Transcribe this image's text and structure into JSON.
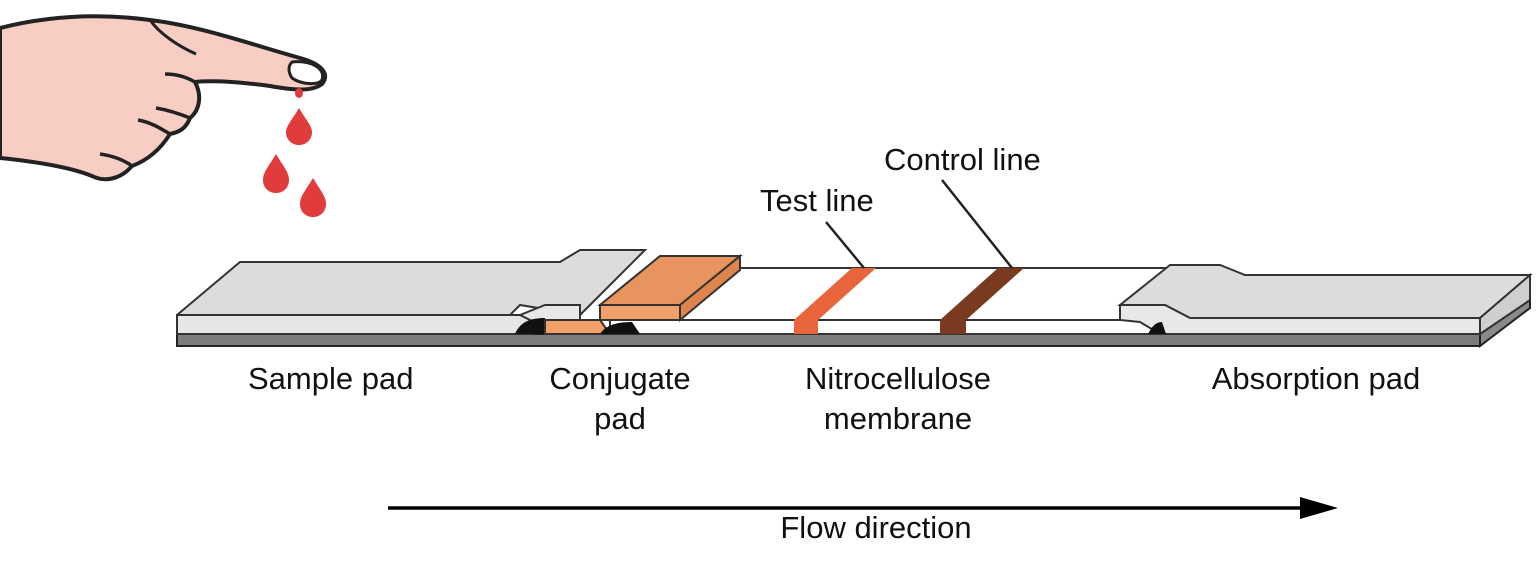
{
  "labels": {
    "control_line": "Control line",
    "test_line": "Test line",
    "sample_pad": "Sample pad",
    "conjugate_pad_line1": "Conjugate",
    "conjugate_pad_line2": "pad",
    "membrane_line1": "Nitrocellulose",
    "membrane_line2": "membrane",
    "absorption_pad": "Absorption pad",
    "flow_direction": "Flow direction"
  },
  "colors": {
    "pad_top": "#dcdcdc",
    "pad_side": "#e8e8e8",
    "backing": "#7c7c7c",
    "conjugate_top": "#e8945e",
    "conjugate_side": "#f2a06a",
    "test_line": "#e8643a",
    "control_line": "#7a3a20",
    "blood": "#e03c3c",
    "skin": "#f7cdc4",
    "outline": "#222222"
  },
  "icons": {
    "hand": "pointing-hand-icon",
    "drops": "blood-drop-icon",
    "arrow": "arrow-right-icon"
  }
}
